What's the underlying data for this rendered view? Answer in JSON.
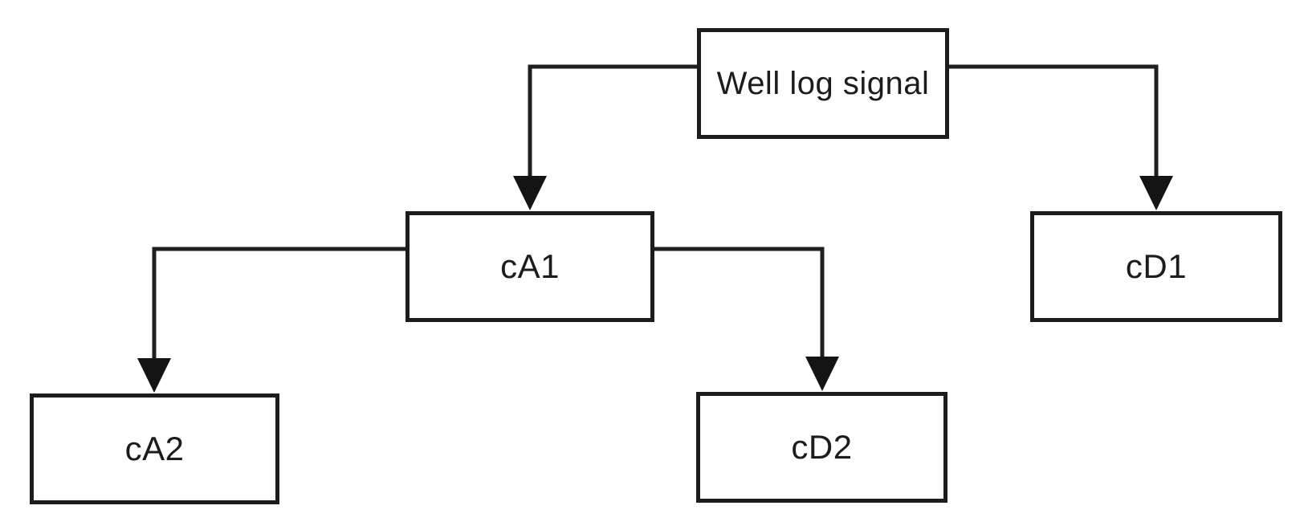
{
  "diagram": {
    "description": "Two-level wavelet decomposition tree of a well log signal",
    "nodes": [
      {
        "id": "root",
        "label": "Well log signal"
      },
      {
        "id": "cA1",
        "label": "cA1"
      },
      {
        "id": "cD1",
        "label": "cD1"
      },
      {
        "id": "cA2",
        "label": "cA2"
      },
      {
        "id": "cD2",
        "label": "cD2"
      }
    ],
    "edges": [
      {
        "from": "root",
        "to": "cA1"
      },
      {
        "from": "root",
        "to": "cD1"
      },
      {
        "from": "cA1",
        "to": "cA2"
      },
      {
        "from": "cA1",
        "to": "cD2"
      }
    ],
    "colors": {
      "line": "#1f1f1f",
      "arrow": "#141414",
      "box_border": "#1c1c1c",
      "box_fill": "#fefefe",
      "background": "#ffffff",
      "text": "#1c1c1c"
    }
  }
}
